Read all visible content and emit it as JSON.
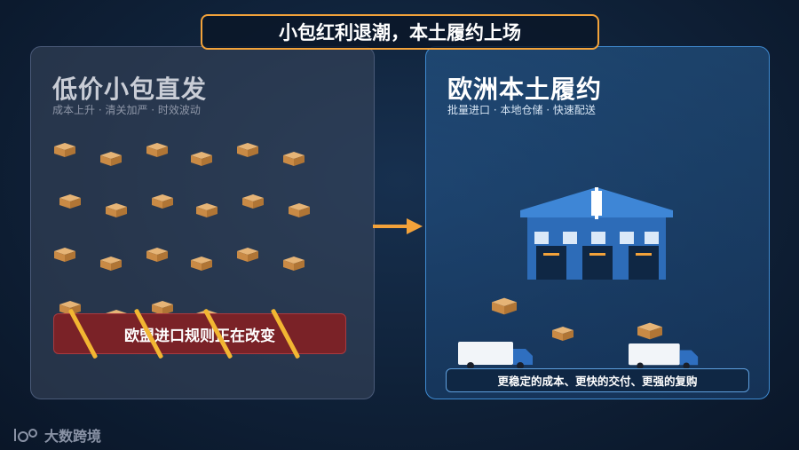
{
  "title": "小包红利退潮，本土履约上场",
  "left": {
    "heading": "低价小包直发",
    "subtitle": "成本上升 · 清关加严 · 时效波动",
    "warning": "欧盟进口规则正在改变"
  },
  "right": {
    "heading": "欧洲本土履约",
    "subtitle": "批量进口 · 本地仓储 · 快速配送",
    "footer": "更稳定的成本、更快的交付、更强的复购"
  },
  "logo": {
    "text": "大数跨境",
    "icon": "logo-mark-icon"
  },
  "colors": {
    "accent": "#f2a23a",
    "warning_bg": "#7a2227",
    "right_border": "#3f8ad0"
  }
}
